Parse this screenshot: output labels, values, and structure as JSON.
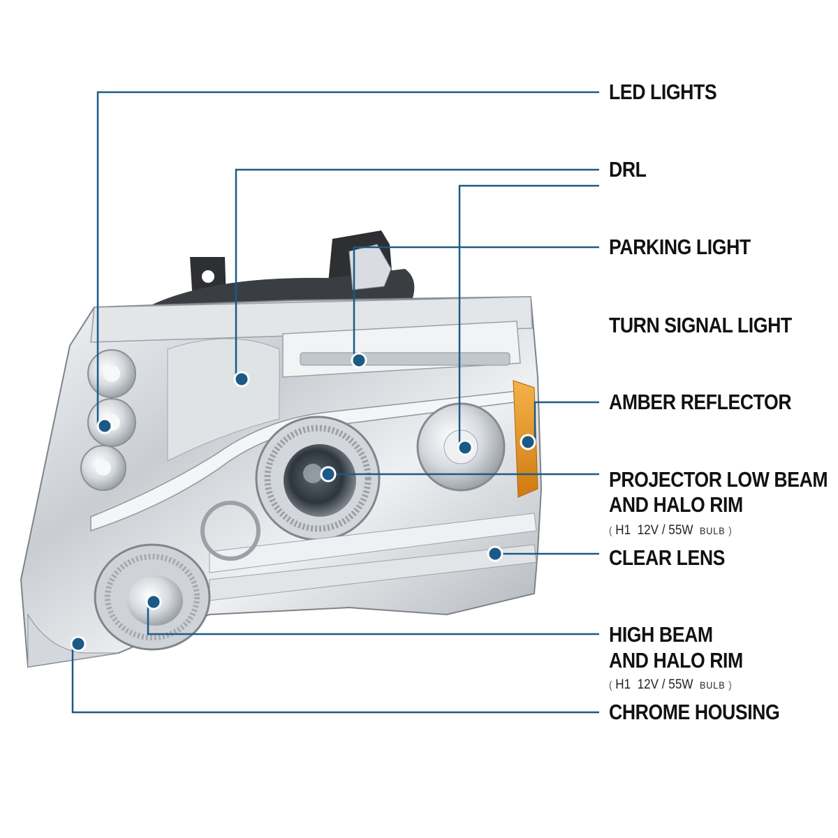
{
  "accent_color": "#1c5a86",
  "callouts": [
    {
      "id": "led",
      "label": "LED LIGHTS"
    },
    {
      "id": "drl",
      "label": "DRL"
    },
    {
      "id": "parking",
      "label": "PARKING LIGHT"
    },
    {
      "id": "turn",
      "label": "TURN SIGNAL LIGHT"
    },
    {
      "id": "amber",
      "label": "AMBER REFLECTOR"
    },
    {
      "id": "projector",
      "label_line1": "PROJECTOR LOW BEAM",
      "label_line2": "AND HALO RIM",
      "bulb": {
        "open": "(",
        "type": "H1",
        "rating": "12V / 55W",
        "unit": "BULB",
        "close": ")"
      }
    },
    {
      "id": "clear",
      "label": "CLEAR LENS"
    },
    {
      "id": "highbeam",
      "label_line1": "HIGH BEAM",
      "label_line2": "AND HALO RIM",
      "bulb": {
        "open": "(",
        "type": "H1",
        "rating": "12V / 55W",
        "unit": "BULB",
        "close": ")"
      }
    },
    {
      "id": "chrome",
      "label": "CHROME HOUSING"
    }
  ]
}
